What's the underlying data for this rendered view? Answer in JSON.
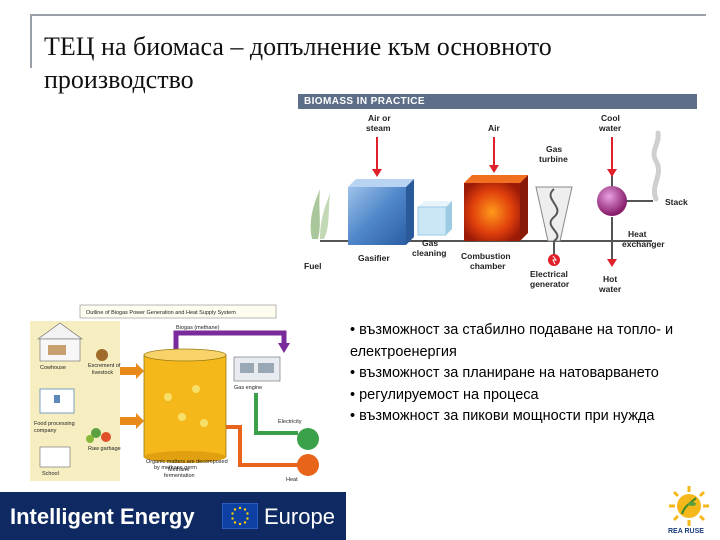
{
  "slide": {
    "title": "ТЕЦ на биомаса – допълнение към основното производство"
  },
  "biomass_diagram": {
    "header": "BIOMASS IN PRACTICE",
    "labels": {
      "air_or_steam_1": "Air or",
      "air_or_steam_2": "steam",
      "air": "Air",
      "gas_turbine_1": "Gas",
      "gas_turbine_2": "turbine",
      "cool_water_1": "Cool",
      "cool_water_2": "water",
      "stack": "Stack",
      "fuel": "Fuel",
      "gasifier": "Gasifier",
      "gas_cleaning_1": "Gas",
      "gas_cleaning_2": "cleaning",
      "combustion_1": "Combustion",
      "combustion_2": "chamber",
      "electrical_1": "Electrical",
      "electrical_2": "generator",
      "heat_exchanger_1": "Heat",
      "heat_exchanger_2": "exchanger",
      "hot_water_1": "Hot",
      "hot_water_2": "water"
    }
  },
  "elgen_diagram": {
    "title": "Outline of Biogas Power Generation and Heat Supply System",
    "labels": {
      "biogas": "Biogas (methane)",
      "cowhouse": "Cowhouse",
      "excrement_1": "Excrement of",
      "excrement_2": "livestock",
      "food_company_1": "Food processing",
      "food_company_2": "company",
      "raw_garbage": "Raw garbage",
      "school": "School",
      "gas_engine": "Gas engine",
      "electricity": "Electricity",
      "heat": "Heat",
      "fermentation_1": "Methane",
      "fermentation_2": "fermentation",
      "organic_1": "Organic matters are decomposed",
      "organic_2": "by methane germ"
    }
  },
  "bullets": [
    "възможност за стабилно подаване на топло- и електроенергия",
    "възможност за планиране на натоварването",
    "регулируемост на процеса",
    "възможност за пикови мощности при нужда"
  ],
  "footer": {
    "program_1": "Intelligent Energy",
    "program_2": "Europe",
    "logo_text": "REA RUSE"
  }
}
